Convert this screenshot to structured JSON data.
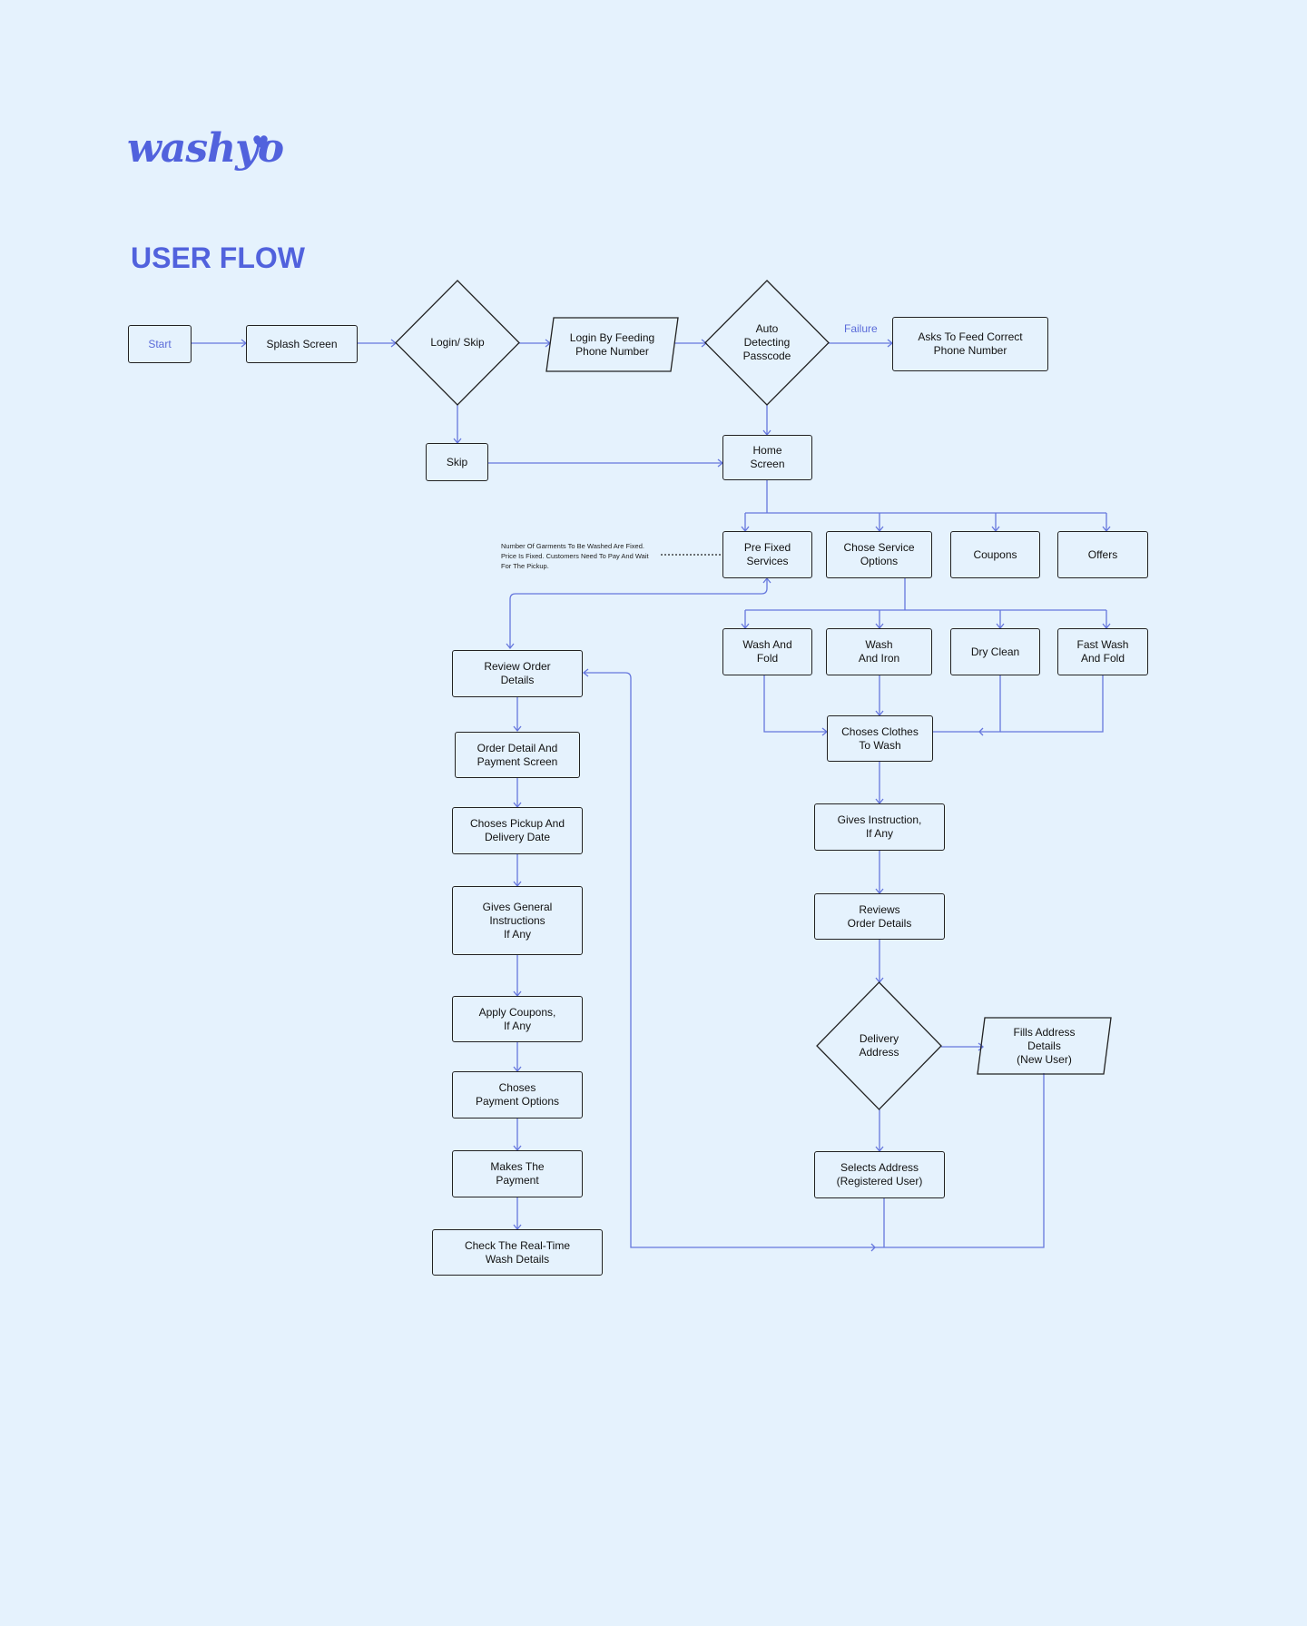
{
  "brand": {
    "logo_text": "washyo",
    "title": "USER FLOW"
  },
  "colors": {
    "background": "#e5f2fd",
    "accent": "#5162dd",
    "connector": "#6677dd",
    "node_border": "#222222"
  },
  "annotations": {
    "failure": "Failure",
    "pre_fixed_note": "Number Of Garments To Be Washed Are Fixed.\nPrice Is Fixed. Customers Need To Pay And Wait\nFor The Pickup."
  },
  "nodes": {
    "start": "Start",
    "splash": "Splash Screen",
    "login_skip": "Login/ Skip",
    "login_phone": "Login By Feeding\nPhone Number",
    "auto_detect": "Auto\nDetecting\nPasscode",
    "asks_correct": "Asks To Feed Correct\nPhone Number",
    "skip": "Skip",
    "home": "Home\nScreen",
    "pre_fixed": "Pre Fixed\nServices",
    "chose_service": "Chose Service\nOptions",
    "coupons": "Coupons",
    "offers": "Offers",
    "wash_fold": "Wash And\nFold",
    "wash_iron": "Wash\nAnd Iron",
    "dry_clean": "Dry Clean",
    "fast_wash": "Fast Wash\nAnd Fold",
    "choses_clothes": "Choses Clothes\nTo Wash",
    "gives_instruction": "Gives Instruction,\nIf Any",
    "reviews_order": "Reviews\nOrder Details",
    "delivery_address": "Delivery\nAddress",
    "fills_address": "Fills Address\nDetails\n(New User)",
    "selects_address": "Selects Address\n(Registered User)",
    "review_order": "Review Order\nDetails",
    "order_payment": "Order Detail And\nPayment Screen",
    "pickup_date": "Choses Pickup And\nDelivery Date",
    "general_instr": "Gives General\nInstructions\nIf Any",
    "apply_coupons": "Apply Coupons,\nIf Any",
    "payment_options": "Choses\nPayment Options",
    "makes_payment": "Makes The\nPayment",
    "check_wash": "Check The Real-Time\nWash Details"
  }
}
